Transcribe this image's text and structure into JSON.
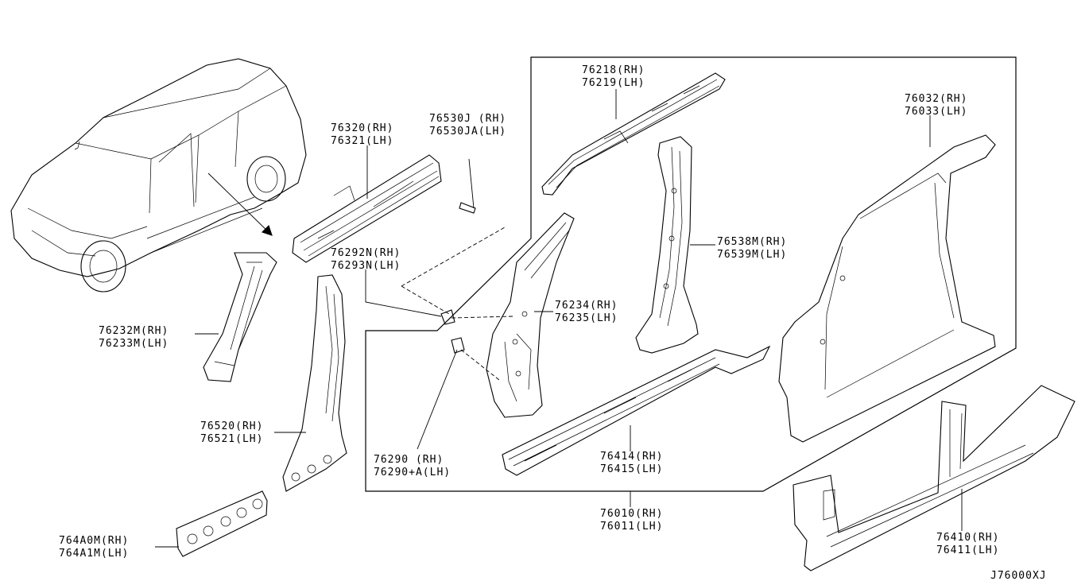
{
  "diagram_id": "J76000XJ",
  "callouts": [
    {
      "id": "76218",
      "rh": "76218(RH)",
      "lh": "76219(LH)"
    },
    {
      "id": "76032",
      "rh": "76032(RH)",
      "lh": "76033(LH)"
    },
    {
      "id": "76320",
      "rh": "76320(RH)",
      "lh": "76321(LH)"
    },
    {
      "id": "76530J",
      "rh": "76530J (RH)",
      "lh": "76530JA(LH)"
    },
    {
      "id": "76538M",
      "rh": "76538M(RH)",
      "lh": "76539M(LH)"
    },
    {
      "id": "76292N",
      "rh": "76292N(RH)",
      "lh": "76293N(LH)"
    },
    {
      "id": "76234",
      "rh": "76234(RH)",
      "lh": "76235(LH)"
    },
    {
      "id": "76232M",
      "rh": "76232M(RH)",
      "lh": "76233M(LH)"
    },
    {
      "id": "76520",
      "rh": "76520(RH)",
      "lh": "76521(LH)"
    },
    {
      "id": "76290",
      "rh": "76290   (RH)",
      "lh": "76290+A(LH)"
    },
    {
      "id": "76414",
      "rh": "76414(RH)",
      "lh": "76415(LH)"
    },
    {
      "id": "76010",
      "rh": "76010(RH)",
      "lh": "76011(LH)"
    },
    {
      "id": "764A0M",
      "rh": "764A0M(RH)",
      "lh": "764A1M(LH)"
    },
    {
      "id": "76410",
      "rh": "76410(RH)",
      "lh": "76411(LH)"
    }
  ]
}
